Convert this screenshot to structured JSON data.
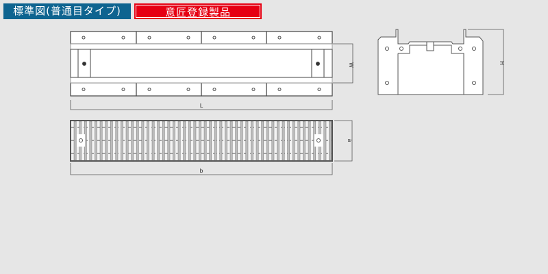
{
  "header": {
    "standard_label": "標準図(普通目タイプ)",
    "design_label": "意匠登録製品"
  },
  "dimensions": {
    "top_view_length": "L",
    "top_view_width": "W",
    "grate_width": "a",
    "grate_length": "b",
    "end_view_height": "H"
  },
  "colors": {
    "standard_tag": "#0e6490",
    "design_tag": "#e60012",
    "background": "#e6e6e6"
  }
}
